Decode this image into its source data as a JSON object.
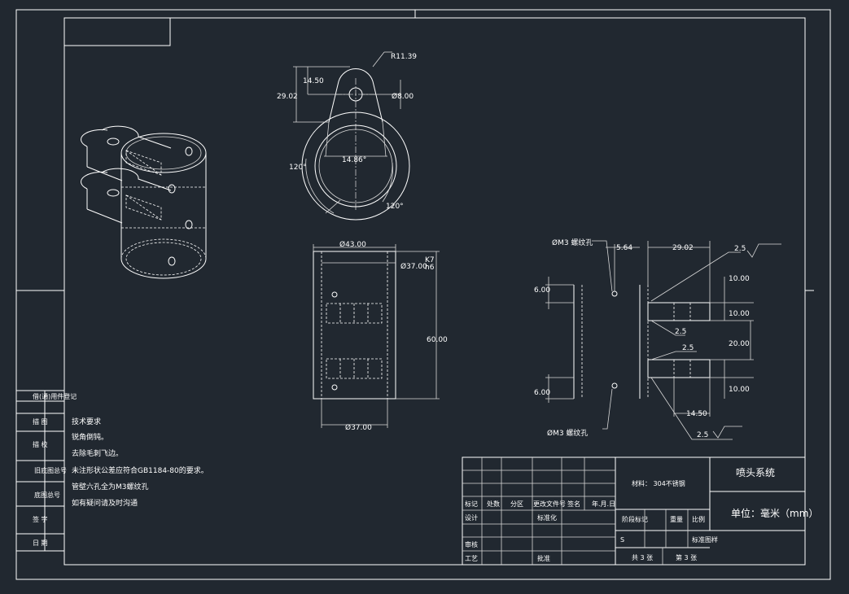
{
  "dimensions": {
    "r_11_39": "R11.39",
    "d_14_50": "14.50",
    "d_29_02_left": "29.02",
    "d_phi8": "Ø8.00",
    "ang_14_86": "14.86°",
    "ang_120_left": "120°",
    "ang_120_right": "120°",
    "d_phi43": "Ø43.00",
    "d_phi37_top": "Ø37.00",
    "tol_upper": "K7",
    "tol_lower": "h6",
    "d_60": "60.00",
    "d_phi37_bottom": "Ø37.00",
    "hole_label_top": "ØM3 螺纹孔",
    "hole_label_bottom": "ØM3 螺纹孔",
    "d_5_64": "5.64",
    "d_29_02_right": "29.02",
    "rough_top": "2.5",
    "d_10_a": "10.00",
    "d_10_b": "10.00",
    "d_20": "20.00",
    "d_10_c": "10.00",
    "d_6_top": "6.00",
    "d_6_bottom": "6.00",
    "rough_mid1": "2.5",
    "rough_mid2": "2.5",
    "d_14_50_bottom": "14.50",
    "rough_bottom": "2.5"
  },
  "notes": {
    "title": "技术要求",
    "lines": [
      "锐角倒钝。",
      "去除毛刺飞边。",
      "未注形状公差应符合GB1184-80的要求。",
      "管壁六孔全为M3螺纹孔",
      "如有疑问请及时沟通"
    ]
  },
  "left_column": [
    "借(通)用件登记",
    "描 图",
    "描 校",
    "旧底图总号",
    "底图总号",
    "签 字",
    "日 期"
  ],
  "title_block": {
    "material": "材料： 304不锈钢",
    "project_name": "喷头系统",
    "unit": "单位：毫米（mm）",
    "headers": [
      "标记",
      "处数",
      "分区",
      "更改文件号",
      "签名",
      "年.月.日"
    ],
    "design": "设计",
    "standardization": "标准化",
    "stage_mark": "阶段标记",
    "weight": "重量",
    "scale": "比例",
    "stage_s": "S",
    "drawing_type": "标准图样",
    "review": "审核",
    "process": "工艺",
    "approve": "批准",
    "sheets_total": "共 3 张",
    "sheet_no": "第 3 张"
  }
}
